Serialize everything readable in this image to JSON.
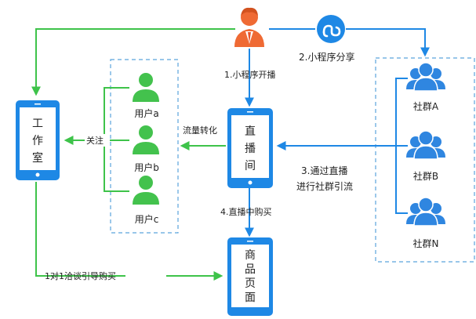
{
  "colors": {
    "blue": "#1e88e5",
    "green": "#3ec34a",
    "dashed_border": "#5aa3dc",
    "user_green": "#43c24d",
    "community_blue": "#2f86e0"
  },
  "nodes": {
    "studio": [
      "工",
      "作",
      "室"
    ],
    "live": [
      "直",
      "播",
      "间"
    ],
    "product": [
      "商",
      "品",
      "页",
      "面"
    ],
    "users": [
      {
        "label": "用户a",
        "icon": "user-icon"
      },
      {
        "label": "用户b",
        "icon": "user-icon"
      },
      {
        "label": "用户c",
        "icon": "user-icon"
      }
    ],
    "communities": [
      {
        "label": "社群A",
        "icon": "group-icon"
      },
      {
        "label": "社群B",
        "icon": "group-icon"
      },
      {
        "label": "社群N",
        "icon": "group-icon"
      }
    ],
    "host_icon": "businessman-icon",
    "miniprogram_icon": "mini-program-icon"
  },
  "edges": {
    "miniprogram_share": "2.小程序分享",
    "miniprogram_live": "1.小程序开播",
    "traffic_convert": "流量转化",
    "follow": "关注",
    "community_drain": [
      "3.通过直播",
      "进行社群引流"
    ],
    "live_purchase": "4.直播中购买",
    "consult_purchase": "1对1洽谈引导购买"
  }
}
